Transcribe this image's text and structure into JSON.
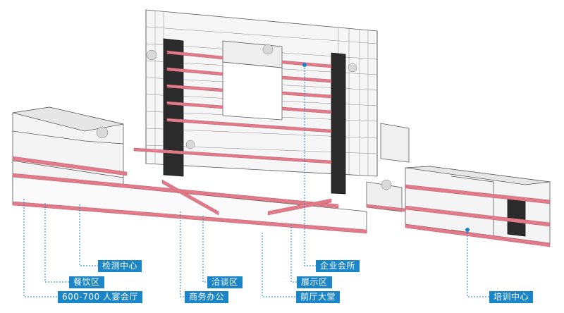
{
  "colors": {
    "leader": "#1a86c8",
    "slab": "#e37a8a",
    "line": "#5c5c5c",
    "glass": "#f2f2f2"
  },
  "labels": {
    "inspection_center": "检测中心",
    "dining_area": "餐饮区",
    "banquet_hall": "600-700 人宴会厅",
    "negotiation_area": "洽谈区",
    "business_office": "商务办公",
    "enterprise_club": "企业会所",
    "exhibition_area": "展示区",
    "lobby": "前厅大堂",
    "training_center": "培训中心"
  }
}
